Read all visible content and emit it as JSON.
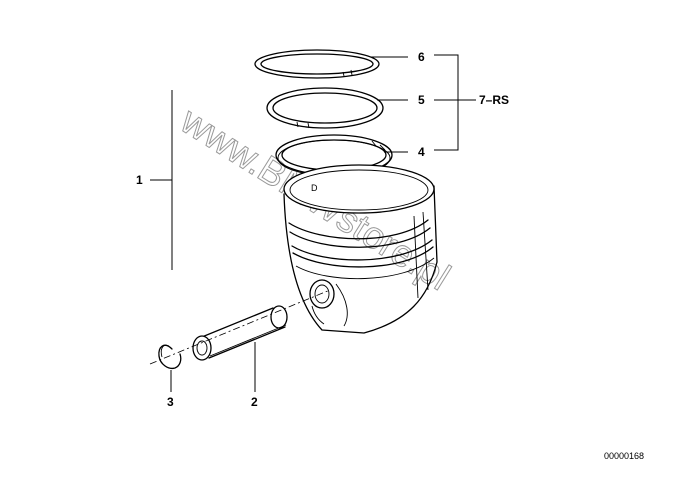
{
  "callouts": {
    "assembly": "1",
    "piston_pin": "2",
    "circlip": "3",
    "ring_lower": "4",
    "ring_middle": "5",
    "ring_upper": "6",
    "ring_set": "7–RS"
  },
  "piston_mark": "D",
  "watermark": "www.BMWstore.pl",
  "drawing_id": "00000168"
}
